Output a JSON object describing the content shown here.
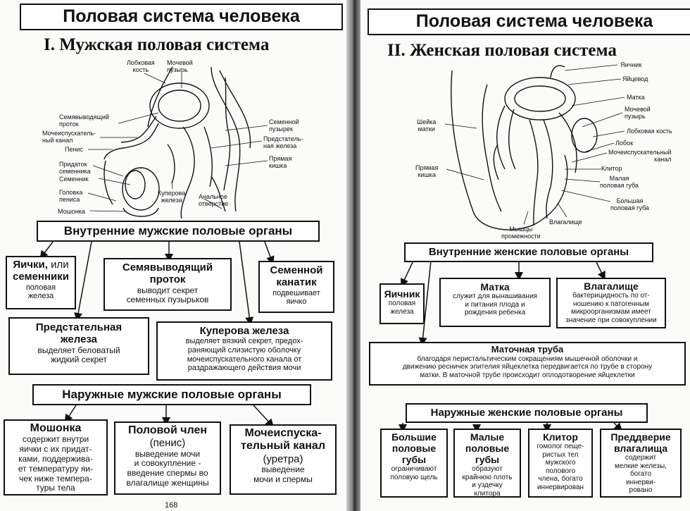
{
  "left": {
    "title": "Половая система человека",
    "subtitle": "I. Мужская половая система",
    "figure_labels": {
      "pubic_bone": [
        "Лобковая",
        "кость"
      ],
      "bladder": [
        "Мочевой",
        "пузырь"
      ],
      "vas_deferens": [
        "Семявыводящий",
        "проток"
      ],
      "urethra": [
        "Мочеиспускатель-",
        "ный канал"
      ],
      "penis": [
        "Пенис"
      ],
      "epididymis": [
        "Придаток",
        "семенника"
      ],
      "testis": [
        "Семенник"
      ],
      "glans": [
        "Головка",
        "пениса"
      ],
      "scrotum": [
        "Мошонка"
      ],
      "cowper": [
        "Куперова",
        "железа"
      ],
      "anus": [
        "Анальное",
        "отверстие"
      ],
      "seminal_vesicle": [
        "Семенной",
        "пузырек"
      ],
      "prostate": [
        "Предстатель-",
        "ная железа"
      ],
      "rectum": [
        "Прямая",
        "кишка"
      ]
    },
    "internal_header": "Внутренние мужские половые органы",
    "internal": [
      {
        "title": "Яички,",
        "title_tail": " или",
        "title2": "семенники",
        "desc": [
          "половая",
          "железа"
        ]
      },
      {
        "title": "Семявыводящий",
        "title2": "проток",
        "desc": [
          "выводит секрет",
          "семенных пузырьков"
        ]
      },
      {
        "title": "Семенной",
        "title2": "канатик",
        "desc": [
          "подвешивает",
          "яичко"
        ]
      },
      {
        "title": "Предстательная",
        "title2": "железа",
        "desc": [
          "выделяет беловатый",
          "жидкий секрет"
        ]
      },
      {
        "title": "Куперова железа",
        "desc": [
          "выделяет вязкий секрет, предох-",
          "раняющий слизистую оболочку",
          "мочеиспускательного канала от",
          "раздражающего действия мочи"
        ]
      }
    ],
    "external_header": "Наружные мужские половые органы",
    "external": [
      {
        "title": "Мошонка",
        "desc": [
          "содержит внутри",
          "яички с их придат-",
          "ками, поддержива-",
          "ет температуру яи-",
          "чек ниже темпера-",
          "туры тела"
        ]
      },
      {
        "title": "Половой член",
        "sub": "(пенис)",
        "desc": [
          "выведение мочи",
          "и совокупление -",
          "введение спермы во",
          "влагалище женщины"
        ]
      },
      {
        "title": "Мочеиспуска-",
        "title2": "тельный канал",
        "sub": "(уретра)",
        "desc": [
          "выведение",
          "мочи и спермы"
        ]
      }
    ],
    "page_number": "168"
  },
  "right": {
    "title": "Половая система человека",
    "subtitle": "II. Женская половая система",
    "figure_labels": {
      "ovary": [
        "Яичник"
      ],
      "oviduct": [
        "Яйцевод"
      ],
      "uterus": [
        "Матка"
      ],
      "bladder": [
        "Мочевой",
        "пузырь"
      ],
      "pubic_bone": [
        "Лобковая кость"
      ],
      "pubis": [
        "Лобок"
      ],
      "urethra": [
        "Мочеиспускательный",
        "канал"
      ],
      "clitoris": [
        "Клитор"
      ],
      "labia_minora": [
        "Малая",
        "половая губа"
      ],
      "labia_majora": [
        "Большая",
        "половая губа"
      ],
      "vagina": [
        "Влагалище"
      ],
      "perineum": [
        "Мышцы",
        "промежности"
      ],
      "rectum": [
        "Прямая",
        "кишка"
      ],
      "cervix": [
        "Шейка",
        "матки"
      ]
    },
    "internal_header": "Внутренние женские половые органы",
    "internal": [
      {
        "title": "Яичник",
        "desc": [
          "половая",
          "железа"
        ]
      },
      {
        "title": "Матка",
        "desc": [
          "служит для вынашивания",
          "и питания плода и",
          "рождения ребенка"
        ]
      },
      {
        "title": "Влагалище",
        "desc": [
          "бактерицидность по от-",
          "ношению к патогенным",
          "микроорганизмам имеет",
          "значение при совокуплении"
        ]
      },
      {
        "title": "Маточная труба",
        "desc": [
          "благодаря перистальтическим сокращениям мышечной оболочки и",
          "движению ресничек эпителия яйцеклетка передвигается по трубе в сторону",
          "матки. В маточной трубе происходит оплодотворение яйцеклетки"
        ]
      }
    ],
    "external_header": "Наружные женские половые органы",
    "external": [
      {
        "title": "Большие",
        "title2": "половые",
        "title3": "губы",
        "desc": [
          "ограничивают",
          "половую щель"
        ]
      },
      {
        "title": "Малые",
        "title2": "половые",
        "title3": "губы",
        "desc": [
          "образуют",
          "крайнюю плоть",
          "и уздечку",
          "клитора"
        ]
      },
      {
        "title": "Клитор",
        "desc": [
          "гомолог пеще-",
          "ристых тел",
          "мужского",
          "полового",
          "члена, богато",
          "иннервирован"
        ]
      },
      {
        "title": "Преддверие",
        "title2": "влагалища",
        "desc": [
          "содержит",
          "мелкие железы,",
          "богато",
          "иннерви-",
          "ровано"
        ]
      }
    ]
  }
}
